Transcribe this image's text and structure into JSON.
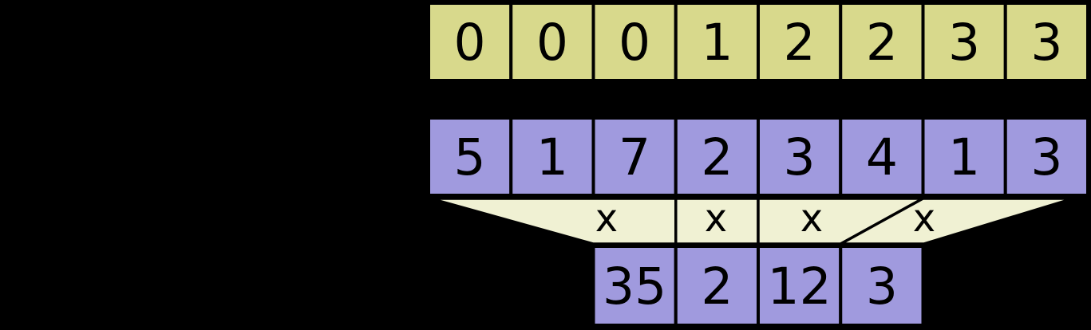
{
  "colors": {
    "background": "#000000",
    "top_row_fill": "#d8d98c",
    "middle_row_fill": "#a09ade",
    "bottom_row_fill": "#a09ade",
    "funnel_fill": "#f0f1d3",
    "line": "#000000",
    "text": "#000000"
  },
  "top_row": {
    "values": [
      "0",
      "0",
      "0",
      "1",
      "2",
      "2",
      "3",
      "3"
    ]
  },
  "middle_row": {
    "values": [
      "5",
      "1",
      "7",
      "2",
      "3",
      "4",
      "1",
      "3"
    ]
  },
  "operators": {
    "items": [
      "x",
      "x",
      "x",
      "x"
    ]
  },
  "bottom_row": {
    "values": [
      "35",
      "2",
      "12",
      "3"
    ]
  }
}
